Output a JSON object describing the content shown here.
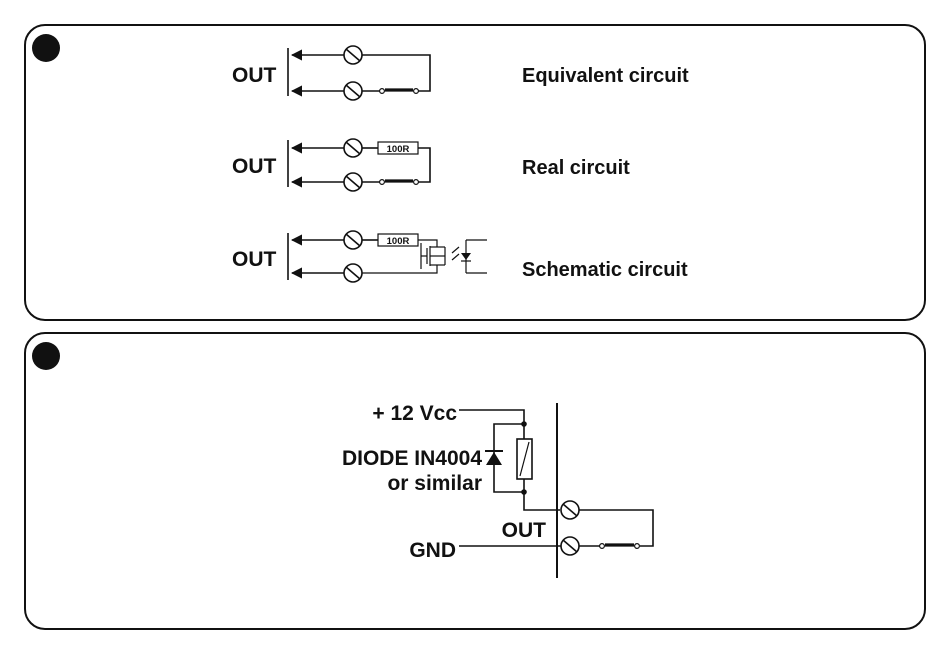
{
  "panel1": {
    "rows": [
      {
        "out_label": "OUT",
        "caption": "Equivalent circuit"
      },
      {
        "out_label": "OUT",
        "caption": "Real circuit",
        "resistor": "100R"
      },
      {
        "out_label": "OUT",
        "caption": "Schematic circuit",
        "resistor": "100R"
      }
    ]
  },
  "panel2": {
    "supply_label": "+ 12 Vcc",
    "diode_label_line1": "DIODE IN4004",
    "diode_label_line2": "or similar",
    "out_label": "OUT",
    "gnd_label": "GND"
  },
  "colors": {
    "ink": "#111111",
    "background": "#ffffff"
  }
}
